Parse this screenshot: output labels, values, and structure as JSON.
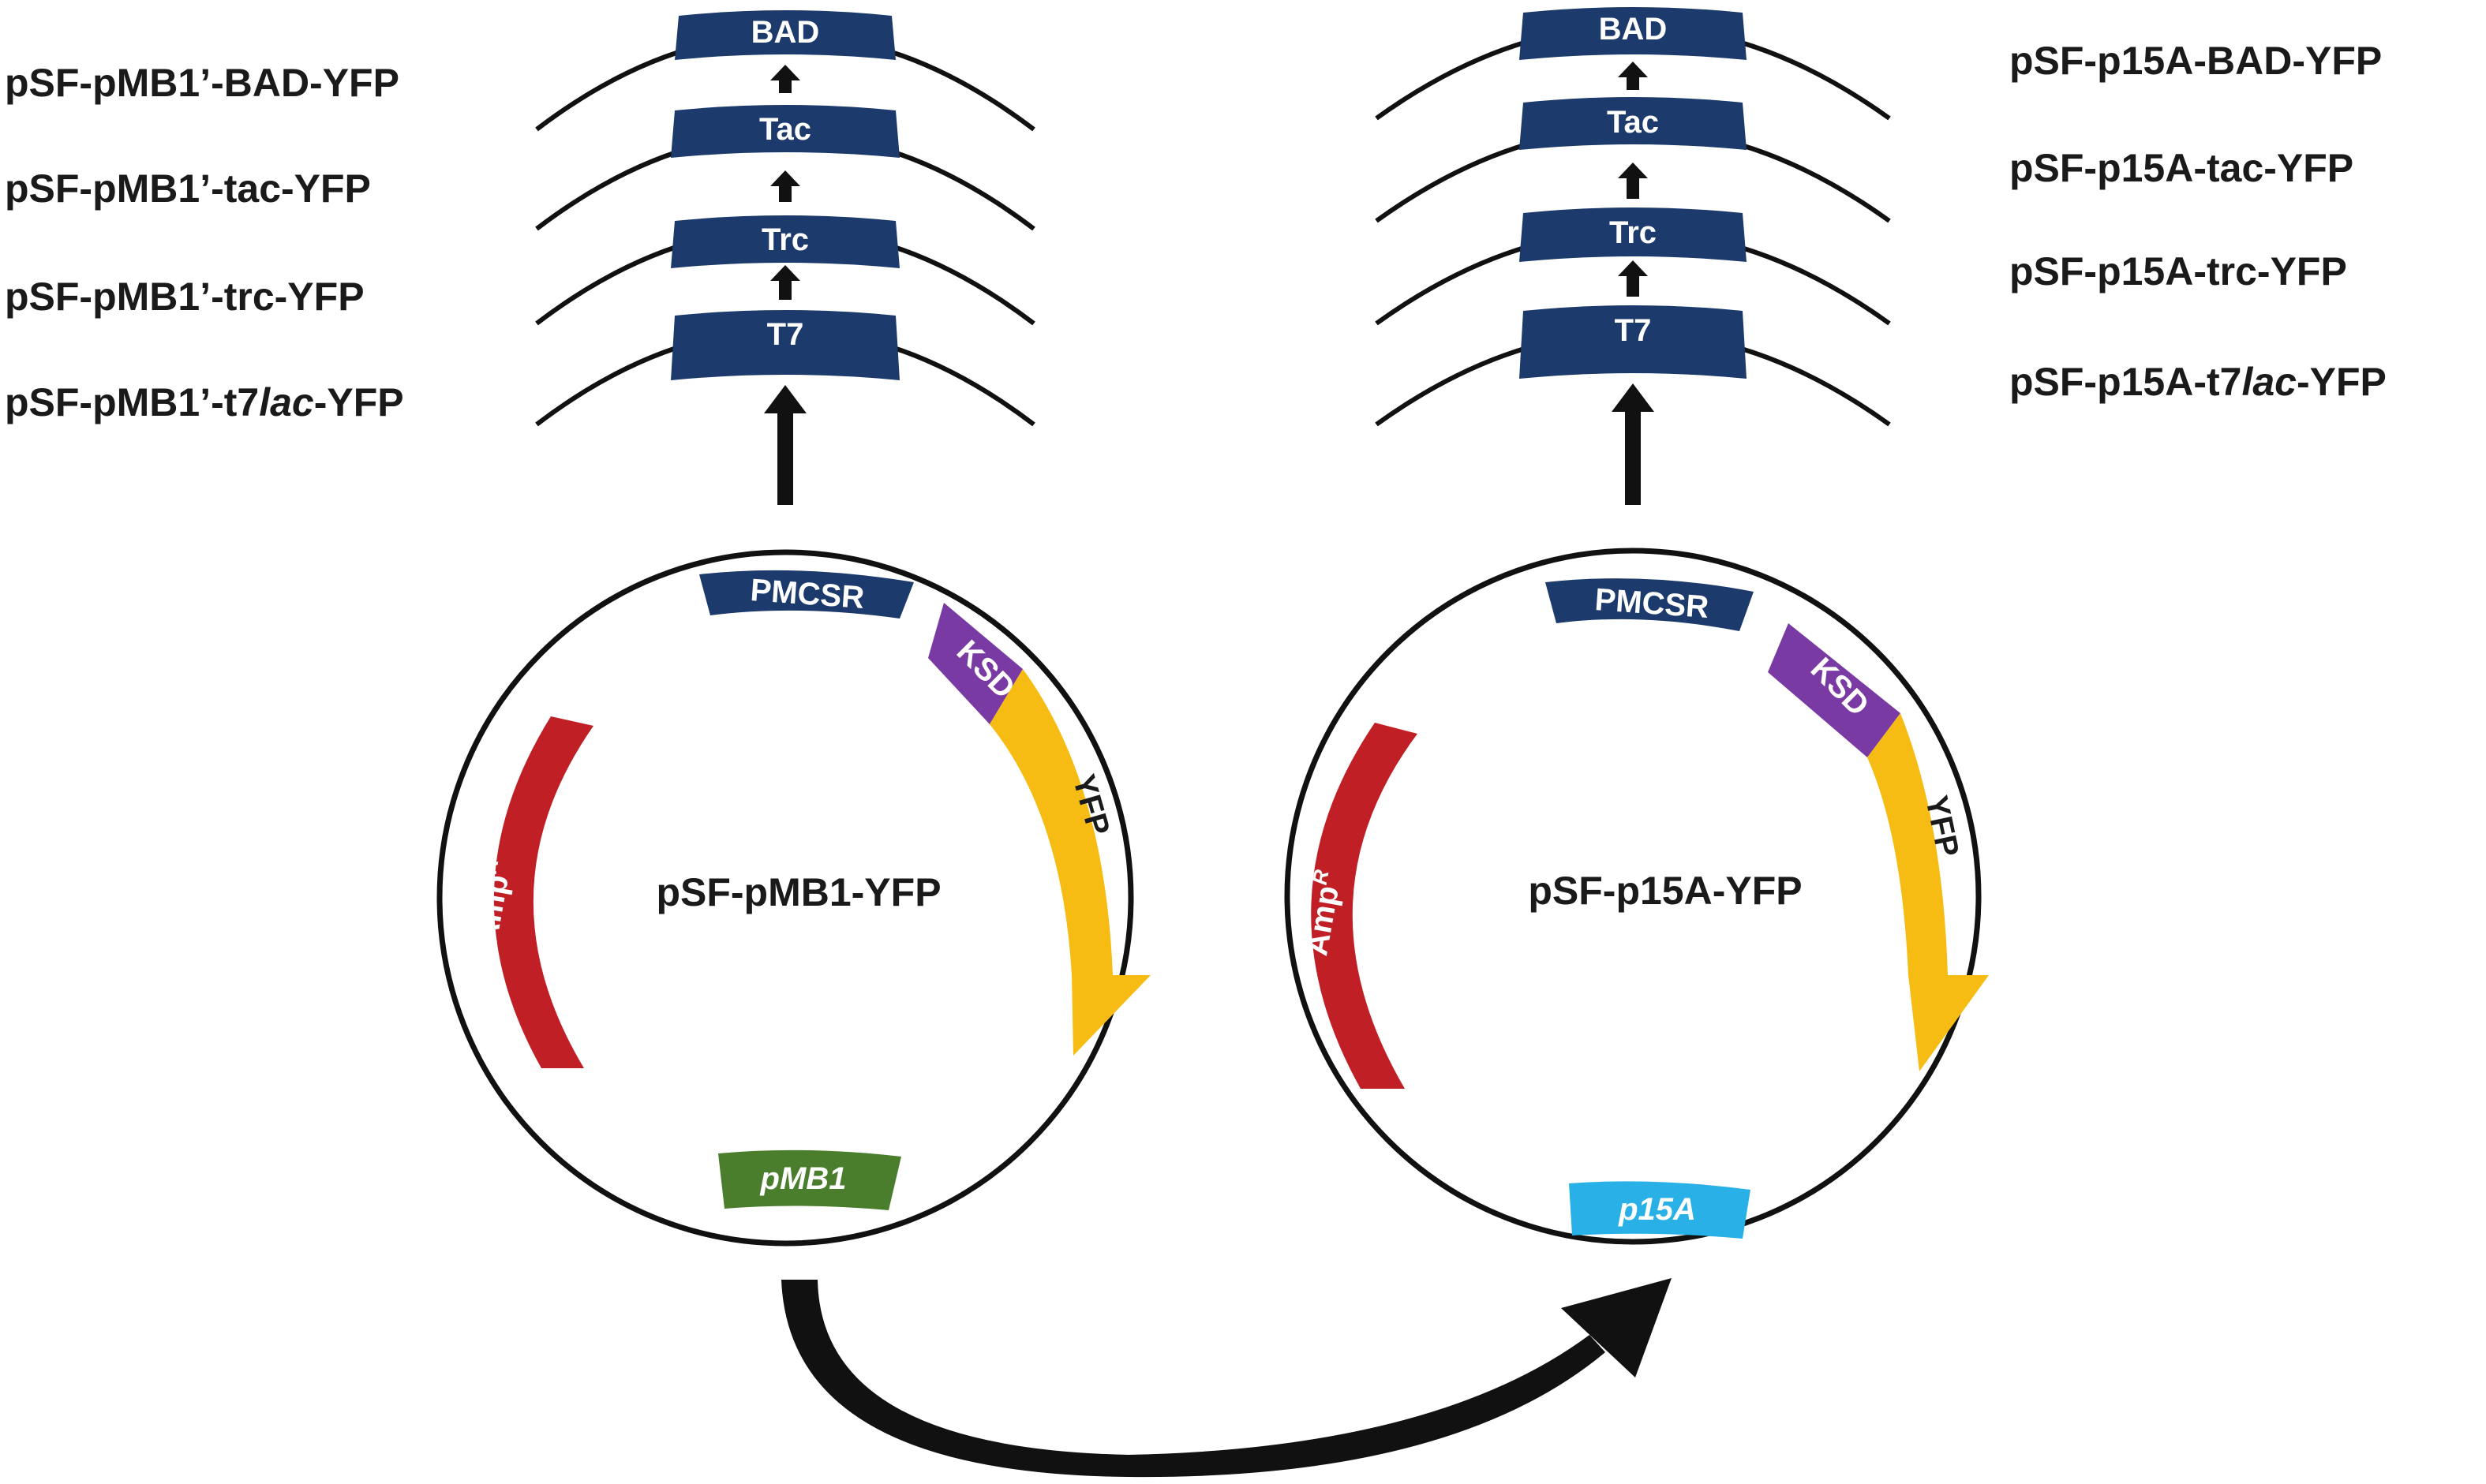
{
  "colors": {
    "promoter": "#1c3a6b",
    "amp": "#c01f25",
    "kds": "#7a3aa3",
    "yfp": "#f7bc14",
    "pmb1": "#4a7d2c",
    "p15a": "#29b0e6",
    "line": "#111111"
  },
  "left": {
    "plasmid_name": "pSF-pMB1-YFP",
    "promoters": [
      "BAD",
      "Tac",
      "Trc",
      "T7"
    ],
    "constructs": [
      {
        "prefix": "pSF-pMB1’-BAD-YFP",
        "italic": "",
        "suffix": ""
      },
      {
        "prefix": "pSF-pMB1’-tac-YFP",
        "italic": "",
        "suffix": ""
      },
      {
        "prefix": "pSF-pMB1’-trc-YFP",
        "italic": "",
        "suffix": ""
      },
      {
        "prefix": "pSF-pMB1’-t7",
        "italic": "lac",
        "suffix": "-YFP"
      }
    ],
    "features": {
      "pmcsr": "PMCSR",
      "kds": "KSD",
      "yfp": "YFP",
      "amp": "Amp",
      "amp_sup": "R",
      "origin": "pMB1"
    }
  },
  "right": {
    "plasmid_name": "pSF-p15A-YFP",
    "promoters": [
      "BAD",
      "Tac",
      "Trc",
      "T7"
    ],
    "constructs": [
      {
        "prefix": "pSF-p15A-BAD-YFP",
        "italic": "",
        "suffix": ""
      },
      {
        "prefix": "pSF-p15A-tac-YFP",
        "italic": "",
        "suffix": ""
      },
      {
        "prefix": "pSF-p15A-trc-YFP",
        "italic": "",
        "suffix": ""
      },
      {
        "prefix": "pSF-p15A-t7",
        "italic": "lac",
        "suffix": "-YFP"
      }
    ],
    "features": {
      "pmcsr": "PMCSR",
      "kds": "KSD",
      "yfp": "YFP",
      "amp": "Amp",
      "amp_sup": "R",
      "origin": "p15A"
    }
  }
}
